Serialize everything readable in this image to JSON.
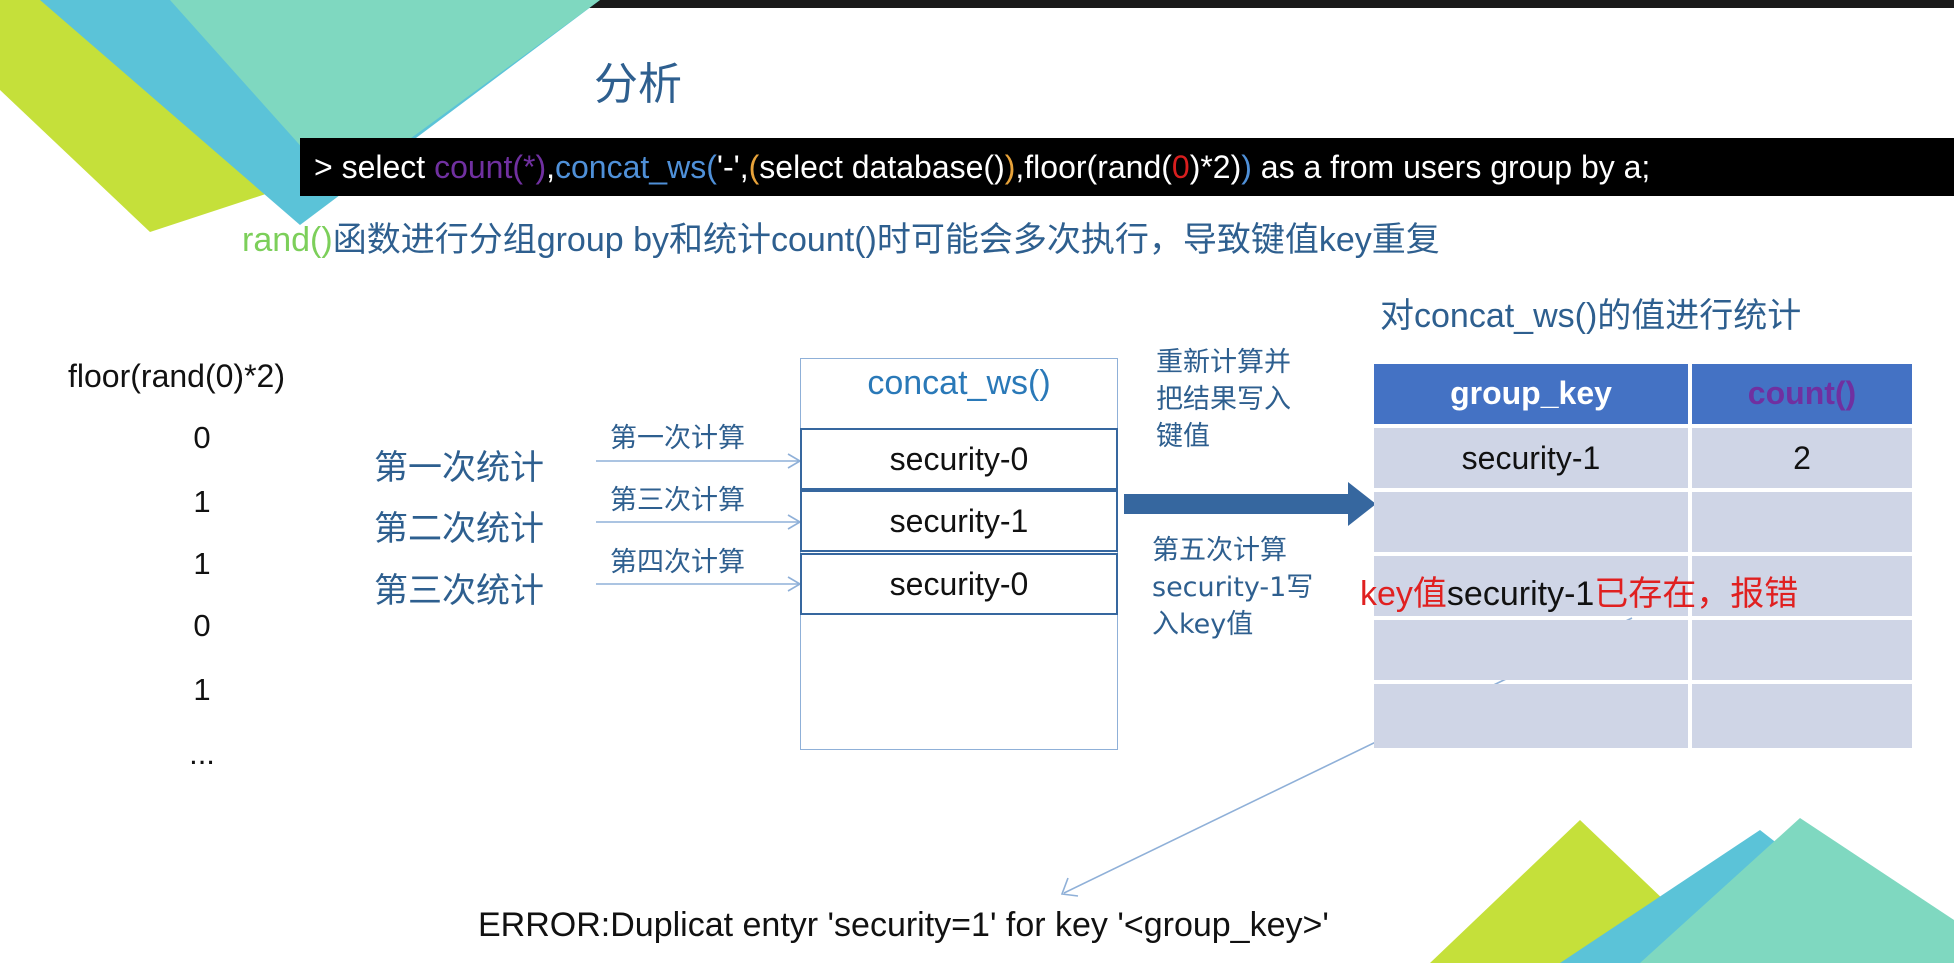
{
  "slide": {
    "title": "分析"
  },
  "sql": {
    "prompt": "> select ",
    "count_fn": "count(*)",
    "comma1": ",",
    "concat_fn": "concat_ws(",
    "sep_arg": "'-',",
    "open_paren": "(",
    "select_db": "select database()",
    "close_paren": ")",
    "floor_part": ",floor(rand(",
    "zero": "0",
    "times_two": ")*2)",
    "concat_close": ")",
    "rest": " as a from users group by a;"
  },
  "subtitle": {
    "rand": "rand()",
    "text": "函数进行分组group by和统计count()时可能会多次执行，导致键值key重复"
  },
  "floor_column": {
    "label": "floor(rand(0)*2)",
    "values": [
      "0",
      "1",
      "1",
      "0",
      "1",
      "..."
    ]
  },
  "stats": [
    "第一次统计",
    "第二次统计",
    "第三次统计"
  ],
  "calcs": [
    "第一次计算",
    "第三次计算",
    "第四次计算"
  ],
  "concat_table": {
    "header": "concat_ws()",
    "cells": [
      "security-0",
      "security-1",
      "security-0"
    ]
  },
  "note_top": [
    "重新计算并",
    "把结果写入",
    "键值"
  ],
  "note_bottom": [
    "第五次计算",
    "security-1写",
    "入key值"
  ],
  "group_table": {
    "title": "对concat_ws()的值进行统计",
    "headers": [
      "group_key",
      "count()"
    ],
    "rows": [
      [
        "security-1",
        "2"
      ],
      [
        "",
        ""
      ],
      [
        "",
        ""
      ],
      [
        "",
        ""
      ],
      [
        "",
        ""
      ]
    ]
  },
  "error_callout": {
    "prefix": "key值",
    "key": "security-1",
    "suffix": "已存在，报错"
  },
  "error_line": "ERROR:Duplicat entyr 'security=1' for key '<group_key>'",
  "colors": {
    "title_blue": "#2e5f8f",
    "header_blue": "#4472c4",
    "row_fill": "#cfd5e6",
    "error_red": "#e02020",
    "deco_lime": "#c5e03a",
    "deco_cyan": "#5bc3d8",
    "deco_teal": "#7fd8c0"
  }
}
